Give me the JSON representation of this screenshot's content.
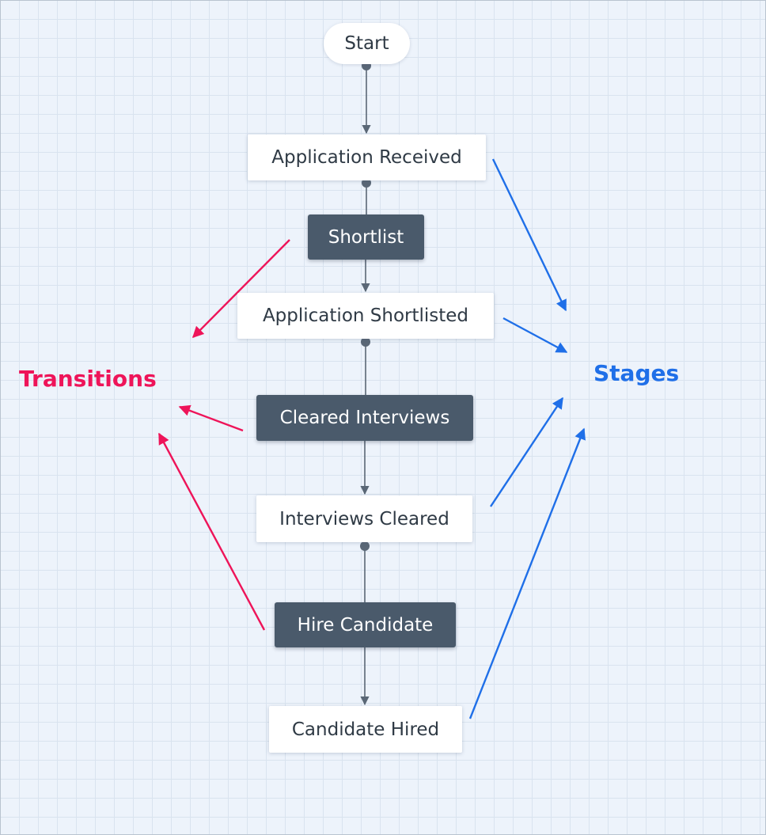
{
  "diagram": {
    "nodes": {
      "start": "Start",
      "application_received": "Application Received",
      "shortlist": "Shortlist",
      "application_shortlisted": "Application Shortlisted",
      "cleared_interviews": "Cleared Interviews",
      "interviews_cleared": "Interviews Cleared",
      "hire_candidate": "Hire Candidate",
      "candidate_hired": "Candidate Hired"
    },
    "annotations": {
      "transitions": "Transitions",
      "stages": "Stages"
    },
    "colors": {
      "transitions_accent": "#ee1459",
      "stages_accent": "#1f6fe8",
      "transition_node_fill": "#4a5a6b",
      "stage_node_fill": "#ffffff",
      "connector": "#5a6776",
      "grid_background": "#edf3fb"
    }
  }
}
